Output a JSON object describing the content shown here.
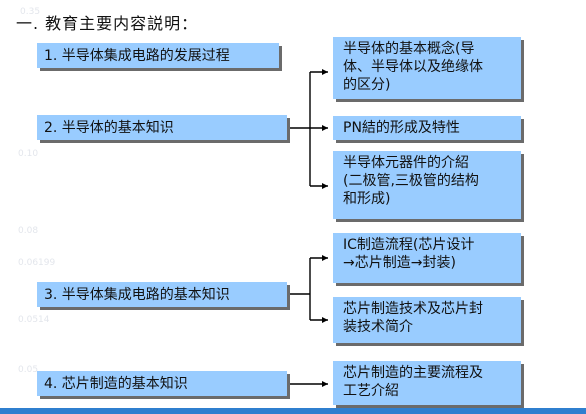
{
  "title": "一. 教育主要内容説明：",
  "left_items": [
    "1. 半导体集成电路的发展过程",
    "2. 半导体的基本知识",
    "3. 半导体集成电路的基本知识",
    "4. 芯片制造的基本知识"
  ],
  "right_items": [
    [
      "半导体的基本概念(导",
      "体、半导体以及绝缘体",
      "的区分)"
    ],
    [
      "PN結的形成及特性"
    ],
    [
      "半导体元器件的介紹",
      "(二极管,三极管的结构",
      "和形成)"
    ],
    [
      "IC制造流程(芯片设计",
      "→芯片制造→封装)"
    ],
    [
      "芯片制造技术及芯片封",
      "装技术简介"
    ],
    [
      "芯片制造的主要流程及",
      "工艺介紹"
    ]
  ],
  "colors": {
    "box_fill": "#99ccff",
    "box_shadow": "#6b6b6b",
    "connector": "#000000",
    "bottom_bar": "#2f7fcf"
  },
  "watermark": [
    "0.35",
    "0.10",
    "0.08",
    "0.06199",
    "0.0514",
    "0.05"
  ]
}
